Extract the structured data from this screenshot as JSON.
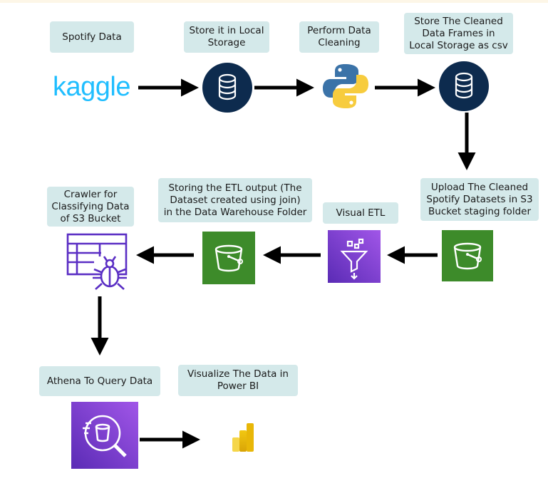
{
  "steps": {
    "spotify": "Spotify Data",
    "store_local": "Store it in Local\nStorage",
    "cleaning": "Perform Data\nCleaning",
    "store_csv": "Store The Cleaned\nData Frames in\nLocal Storage as csv",
    "upload_s3": "Upload The Cleaned\nSpotify Datasets in S3\nBucket staging folder",
    "visual_etl": "Visual ETL",
    "etl_output": "Storing the ETL output (The\nDataset created using join)\nin the Data Warehouse Folder",
    "crawler": "Crawler for\nClassifying Data\nof S3 Bucket",
    "athena": "Athena To Query Data",
    "powerbi": "Visualize The Data in\nPower BI"
  },
  "logos": {
    "kaggle": "kaggle"
  },
  "colors": {
    "label_bg": "#d4e9ea",
    "db_navy": "#0d2b4e",
    "s3_green": "#3d8b2a",
    "glue_purple": "#7b3fd1",
    "kaggle_blue": "#20beff"
  },
  "icons": [
    "kaggle-logo",
    "database-icon",
    "python-icon",
    "database-icon",
    "s3-bucket-icon",
    "glue-etl-icon",
    "s3-bucket-icon",
    "glue-crawler-icon",
    "athena-icon",
    "power-bi-icon"
  ]
}
